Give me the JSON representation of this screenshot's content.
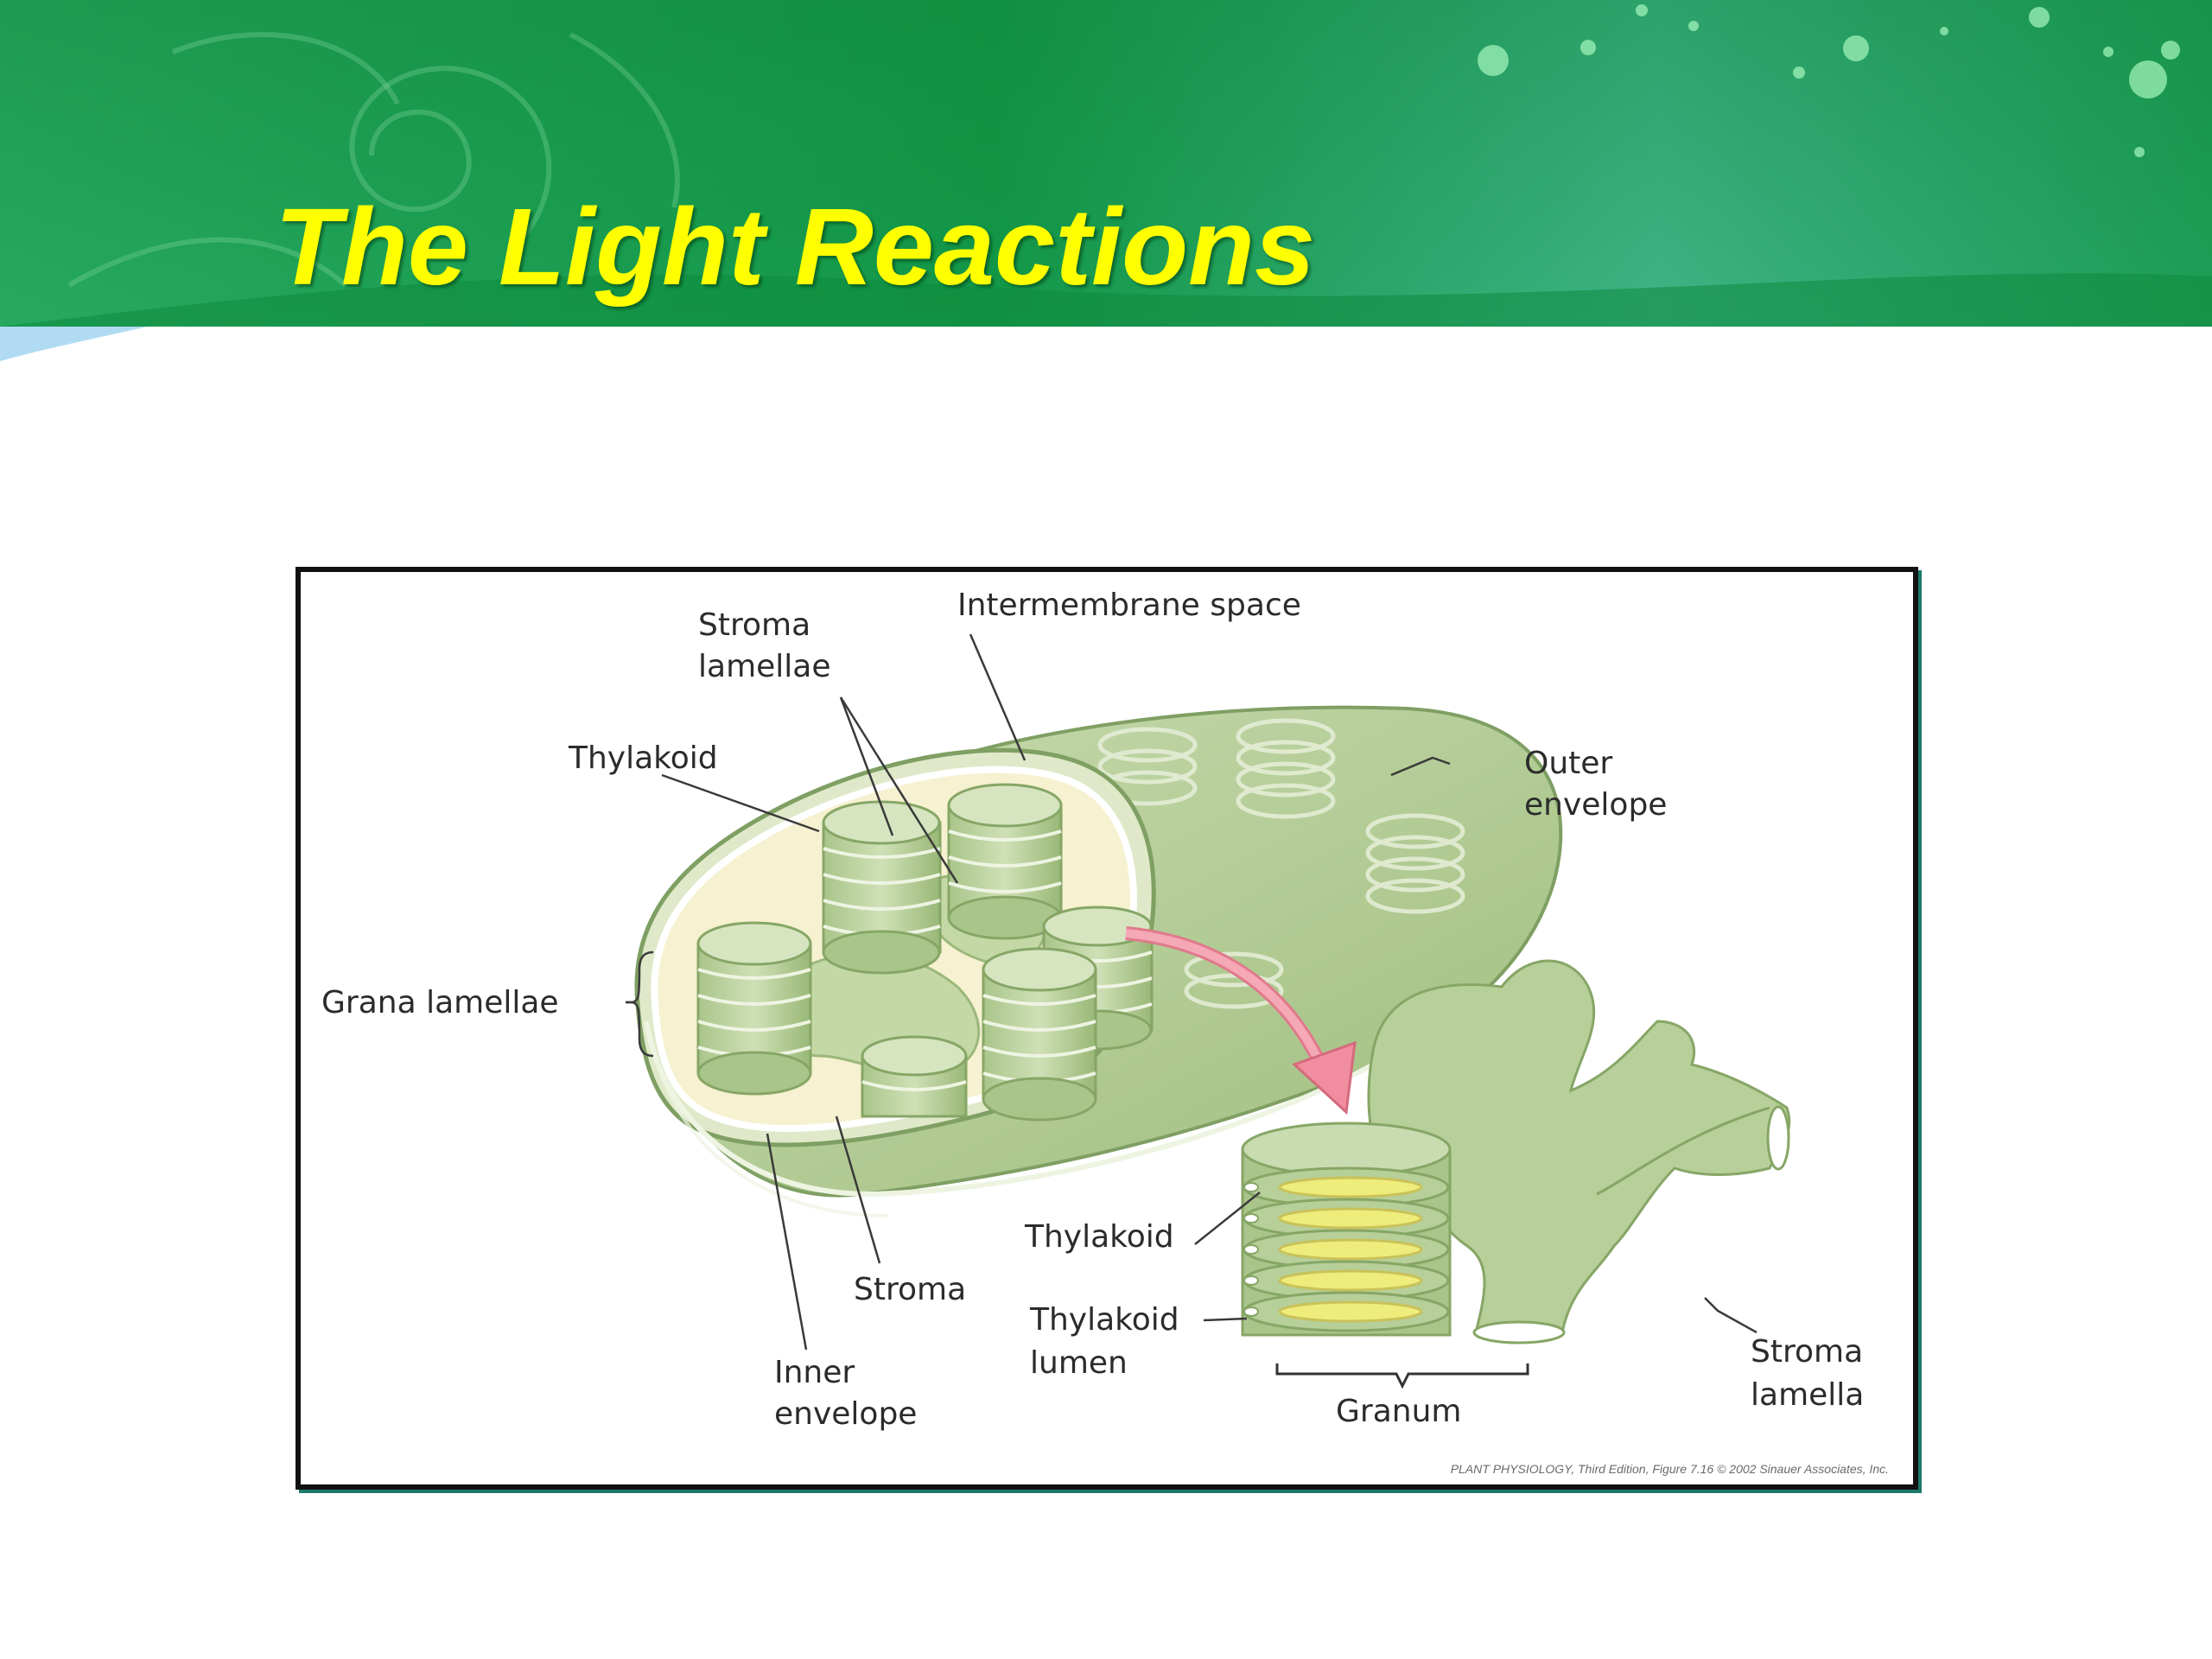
{
  "slide": {
    "title": "The Light Reactions",
    "colors": {
      "title": "#ffff00",
      "banner_dark": "#0c8a3c",
      "banner_mid": "#23a45a",
      "banner_light": "#46b888",
      "chloroplast_fill": "#b7cf99",
      "chloroplast_dark": "#93b471",
      "stroma_fill": "#f6f1d0",
      "lumen_fill": "#eeec7a",
      "arrow_fill": "#f08ea0",
      "frame_border": "#111111"
    }
  },
  "figure": {
    "labels": {
      "stroma_lamellae": [
        "Stroma",
        "lamellae"
      ],
      "intermembrane_space": "Intermembrane space",
      "thylakoid_top": "Thylakoid",
      "outer_envelope": [
        "Outer",
        "envelope"
      ],
      "grana_lamellae": "Grana lamellae",
      "thylakoid_detail": "Thylakoid",
      "thylakoid_lumen": [
        "Thylakoid",
        "lumen"
      ],
      "stroma": "Stroma",
      "inner_envelope": [
        "Inner",
        "envelope"
      ],
      "granum": "Granum",
      "stroma_lamella": [
        "Stroma",
        "lamella"
      ]
    },
    "credit": "PLANT PHYSIOLOGY, Third Edition, Figure 7.16 © 2002 Sinauer Associates, Inc."
  }
}
